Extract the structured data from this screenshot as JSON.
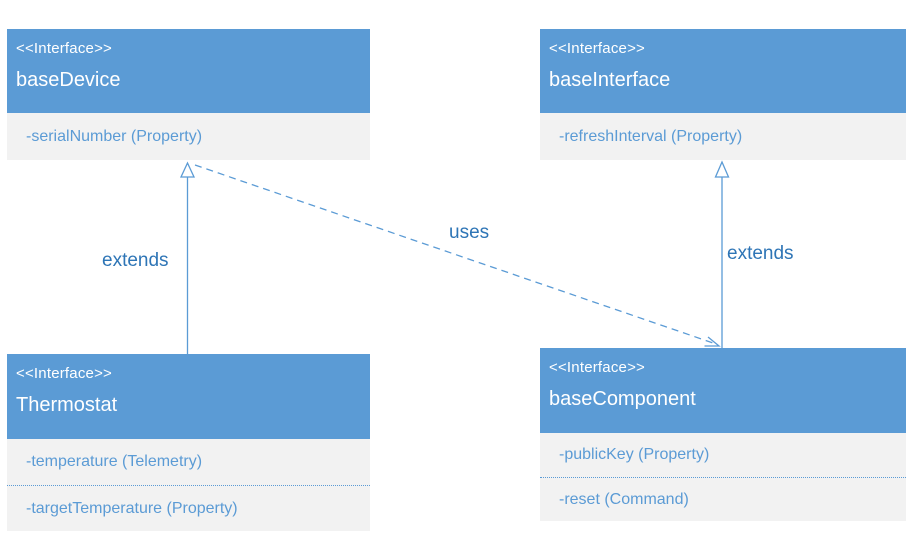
{
  "diagram": {
    "title": "interface-inheritance-diagram",
    "classes": [
      {
        "id": "baseDevice",
        "stereotype": "<<Interface>>",
        "name": "baseDevice",
        "members": [
          "-serialNumber (Property)"
        ]
      },
      {
        "id": "baseInterface",
        "stereotype": "<<Interface>>",
        "name": "baseInterface",
        "members": [
          "-refreshInterval (Property)"
        ]
      },
      {
        "id": "Thermostat",
        "stereotype": "<<Interface>>",
        "name": "Thermostat",
        "members": [
          "-temperature (Telemetry)",
          "-targetTemperature (Property)"
        ]
      },
      {
        "id": "baseComponent",
        "stereotype": "<<Interface>>",
        "name": "baseComponent",
        "members": [
          "-publicKey (Property)",
          "-reset (Command)"
        ]
      }
    ],
    "relationships": [
      {
        "label": "extends",
        "from": "Thermostat",
        "to": "baseDevice",
        "line": "solid",
        "arrowhead": "hollow-triangle"
      },
      {
        "label": "extends",
        "from": "baseComponent",
        "to": "baseInterface",
        "line": "solid",
        "arrowhead": "hollow-triangle"
      },
      {
        "label": "uses",
        "from": "baseDevice",
        "to": "baseComponent",
        "line": "dashed",
        "arrowhead": "open"
      }
    ],
    "colors": {
      "header_bg": "#5b9bd5",
      "header_text": "#ffffff",
      "member_bg": "#f2f2f2",
      "member_text": "#5b9bd5",
      "edge_line": "#5b9bd5",
      "edge_label_text": "#2e75b6",
      "page_bg": "#ffffff"
    }
  }
}
